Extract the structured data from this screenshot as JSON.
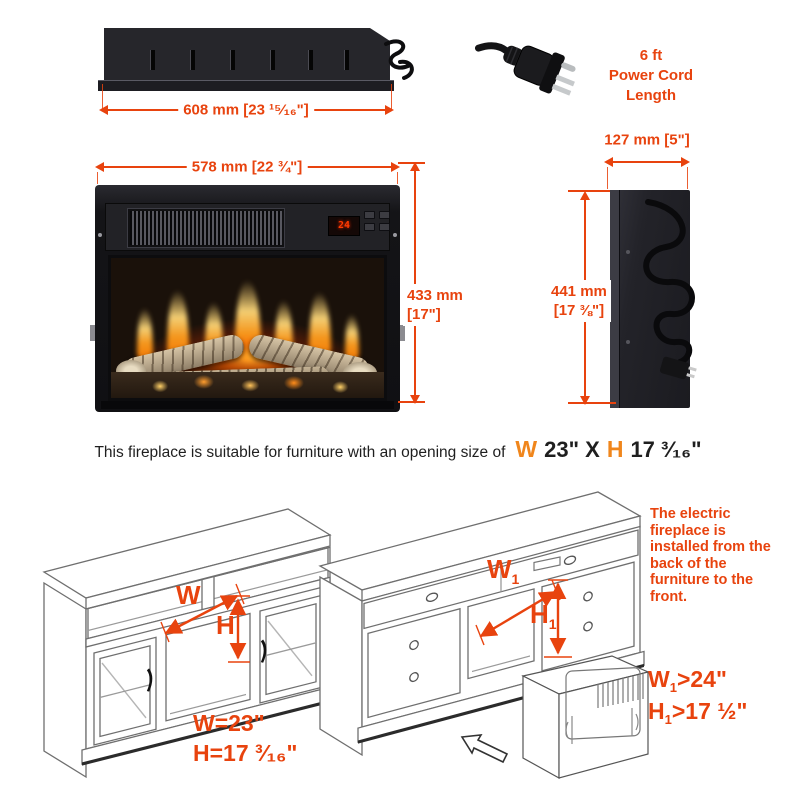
{
  "colors": {
    "dim_orange": "#e8430e",
    "accent_orange": "#f0861c",
    "ink": "#1f1f1f"
  },
  "top_view": {
    "dim_label": "608 mm [23 ¹⁵⁄₁₆\"]"
  },
  "power_cord": {
    "line1": "6 ft",
    "line2": "Power Cord Length"
  },
  "front_view": {
    "width_label": "578 mm [22 ¾\"]",
    "height_mm": "433 mm",
    "height_in": "[17\"]",
    "display_value": "24"
  },
  "side_view": {
    "depth_label": "127 mm [5\"]",
    "height_mm": "441 mm",
    "height_in": "[17 ⅜\"]"
  },
  "statement": {
    "prefix": "This fireplace is suitable for furniture with an opening size of",
    "w_letter": "W",
    "w_value": "23\" X",
    "h_letter": "H",
    "h_value": "17 ³⁄₁₆\""
  },
  "left_furniture": {
    "w_arrow_label": "W",
    "h_arrow_label": "H",
    "w_text": "W=23\"",
    "h_text": "H=17 ³⁄₁₆\""
  },
  "right_furniture": {
    "w_arrow_letter": "W",
    "w_arrow_sub": "1",
    "h_arrow_letter": "H",
    "h_arrow_sub": "1",
    "note": "The electric fireplace is installed from the back of the furniture to the front.",
    "w_req_letter": "W",
    "w_req_sub": "1",
    "w_req_rest": ">24\"",
    "h_req_letter": "H",
    "h_req_sub": "1",
    "h_req_rest": ">17 ½\""
  }
}
